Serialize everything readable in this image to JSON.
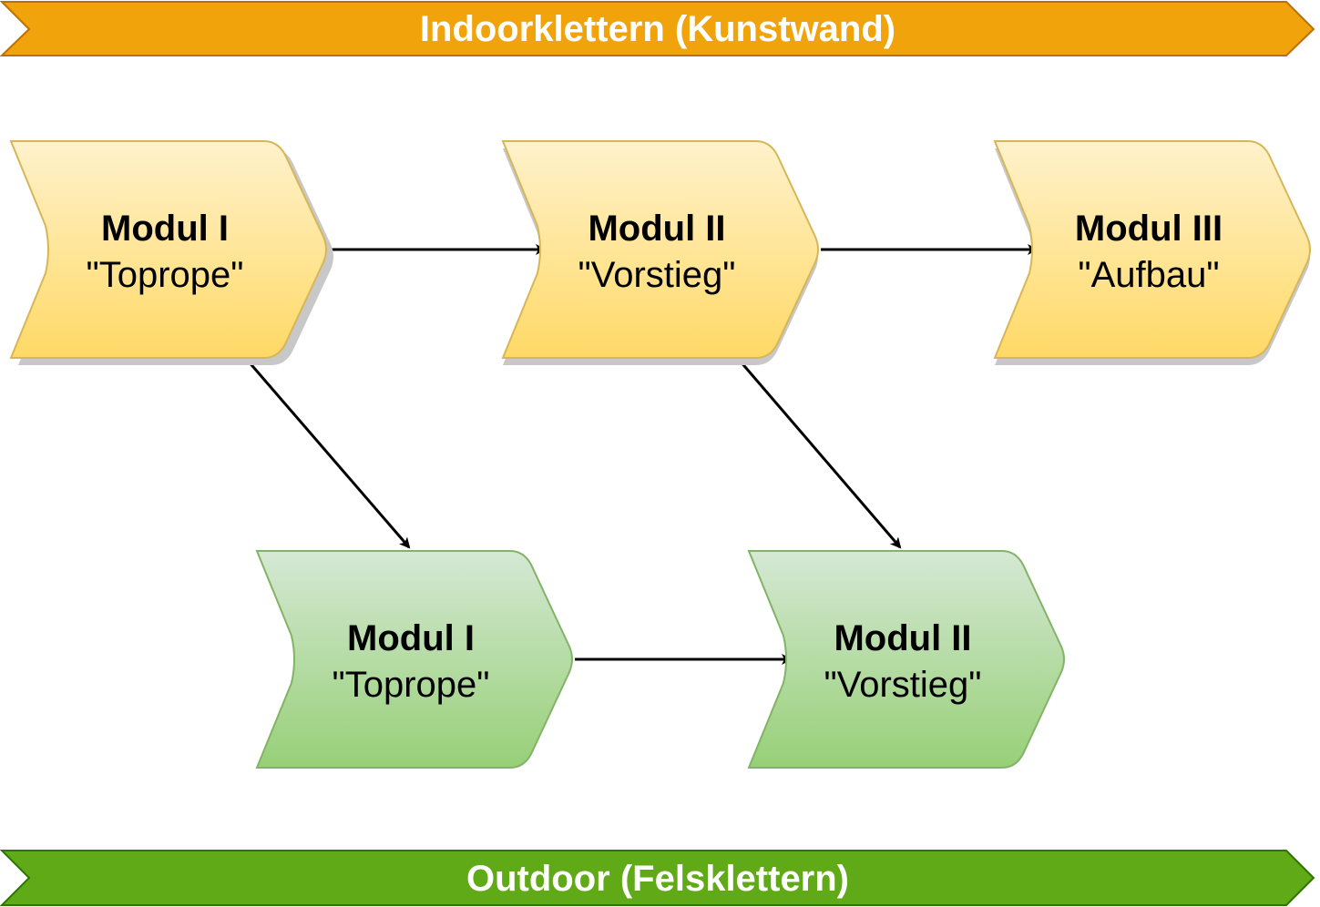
{
  "banners": {
    "indoor": {
      "label": "Indoorklettern (Kunstwand)",
      "fill": "#f0a30a",
      "stroke": "#bd7000"
    },
    "outdoor": {
      "label": "Outdoor (Felsklettern)",
      "fill": "#60a917",
      "stroke": "#2d7600"
    }
  },
  "nodes": {
    "indoor_1": {
      "title": "Modul I",
      "subtitle": "\"Toprope\""
    },
    "indoor_2": {
      "title": "Modul II",
      "subtitle": "\"Vorstieg\""
    },
    "indoor_3": {
      "title": "Modul III",
      "subtitle": "\"Aufbau\""
    },
    "outdoor_1": {
      "title": "Modul I",
      "subtitle": "\"Toprope\""
    },
    "outdoor_2": {
      "title": "Modul II",
      "subtitle": "\"Vorstieg\""
    }
  },
  "colors": {
    "indoor_gradient_top": "#fff2cc",
    "indoor_gradient_bottom": "#ffd966",
    "indoor_stroke": "#d6b656",
    "outdoor_gradient_top": "#d5e8d4",
    "outdoor_gradient_bottom": "#97d077",
    "outdoor_stroke": "#82b366",
    "shadow": "#c8c8c8"
  }
}
